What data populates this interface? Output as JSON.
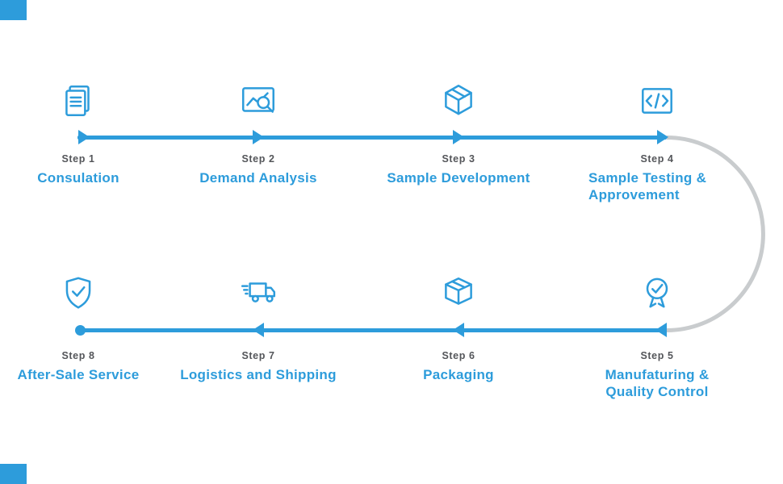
{
  "diagram": {
    "colors": {
      "accent": "#2D9CDB",
      "connector": "#C9CCCE",
      "step_label": "#54565A"
    },
    "top_row": [
      {
        "step_label": "Step 1",
        "title": "Consulation",
        "icon": "documents-icon"
      },
      {
        "step_label": "Step 2",
        "title": "Demand Analysis",
        "icon": "chart-magnifier-icon"
      },
      {
        "step_label": "Step 3",
        "title": "Sample Development",
        "icon": "cube-3d-icon"
      },
      {
        "step_label": "Step 4",
        "title": "Sample Testing & Approvement",
        "icon": "code-window-icon"
      }
    ],
    "bottom_row": [
      {
        "step_label": "Step 8",
        "title": "After-Sale Service",
        "icon": "shield-check-icon"
      },
      {
        "step_label": "Step 7",
        "title": "Logistics and Shipping",
        "icon": "truck-icon"
      },
      {
        "step_label": "Step 6",
        "title": "Packaging",
        "icon": "package-box-icon"
      },
      {
        "step_label": "Step 5",
        "title": "Manufaturing & Quality Control",
        "icon": "award-ribbon-icon"
      }
    ]
  }
}
